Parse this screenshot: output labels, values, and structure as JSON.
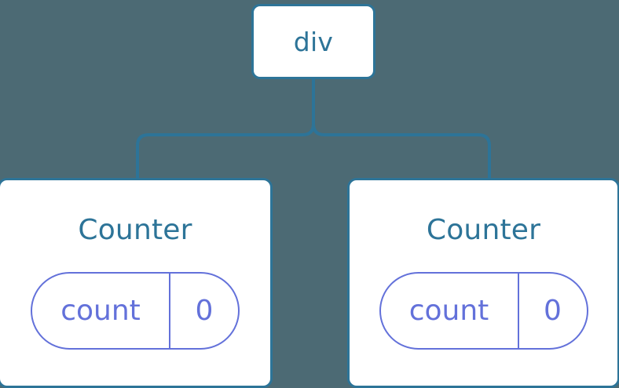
{
  "diagram": {
    "type": "component-tree",
    "background_color": "#4c6a74",
    "node_border_color": "#2d7498",
    "node_fill_color": "#ffffff",
    "node_label_color": "#2d7498",
    "connector_color": "#2d7498",
    "state_badge_color": "#6371da",
    "root": {
      "label": "div"
    },
    "children": [
      {
        "label": "Counter",
        "state": {
          "key": "count",
          "value": "0"
        }
      },
      {
        "label": "Counter",
        "state": {
          "key": "count",
          "value": "0"
        }
      }
    ]
  }
}
